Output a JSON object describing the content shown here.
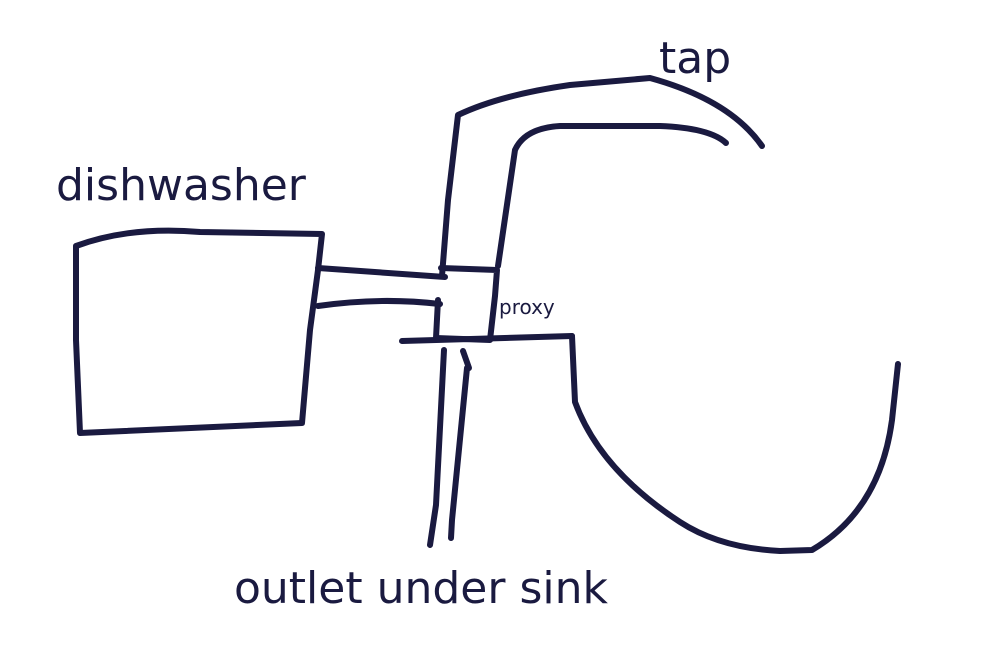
{
  "labels": {
    "tap": "tap",
    "dishwasher": "dishwasher",
    "proxy": "proxy",
    "outlet": "outlet under sink"
  },
  "colors": {
    "ink": "#1a1a40",
    "background": "#ffffff"
  }
}
